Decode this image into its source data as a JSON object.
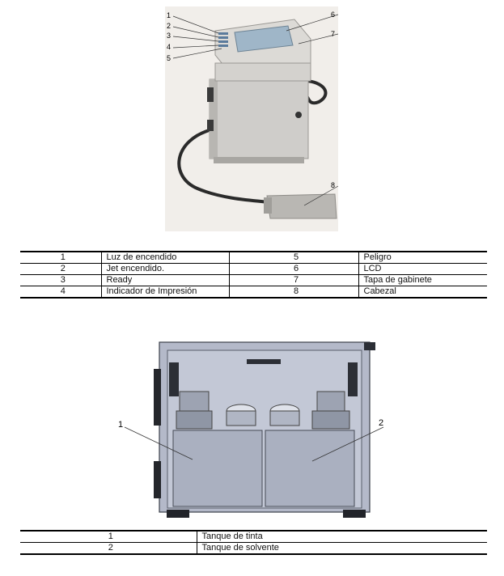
{
  "printer_figure": {
    "callouts": [
      "1",
      "2",
      "3",
      "4",
      "5",
      "6",
      "7",
      "8"
    ]
  },
  "parts_table": {
    "rows": [
      {
        "n1": "1",
        "label1": "Luz de encendido",
        "n2": "5",
        "label2": "Peligro"
      },
      {
        "n1": "2",
        "label1": "Jet encendido.",
        "n2": "6",
        "label2": "LCD"
      },
      {
        "n1": "3",
        "label1": "Ready",
        "n2": "7",
        "label2": "Tapa de gabinete"
      },
      {
        "n1": "4",
        "label1": "Indicador de Impresión",
        "n2": "8",
        "label2": "Cabezal"
      }
    ]
  },
  "cabinet_figure": {
    "callouts": [
      "1",
      "2"
    ]
  },
  "tanks_table": {
    "rows": [
      {
        "n": "1",
        "label": "Tanque de tinta"
      },
      {
        "n": "2",
        "label": "Tanque de solvente"
      }
    ]
  }
}
